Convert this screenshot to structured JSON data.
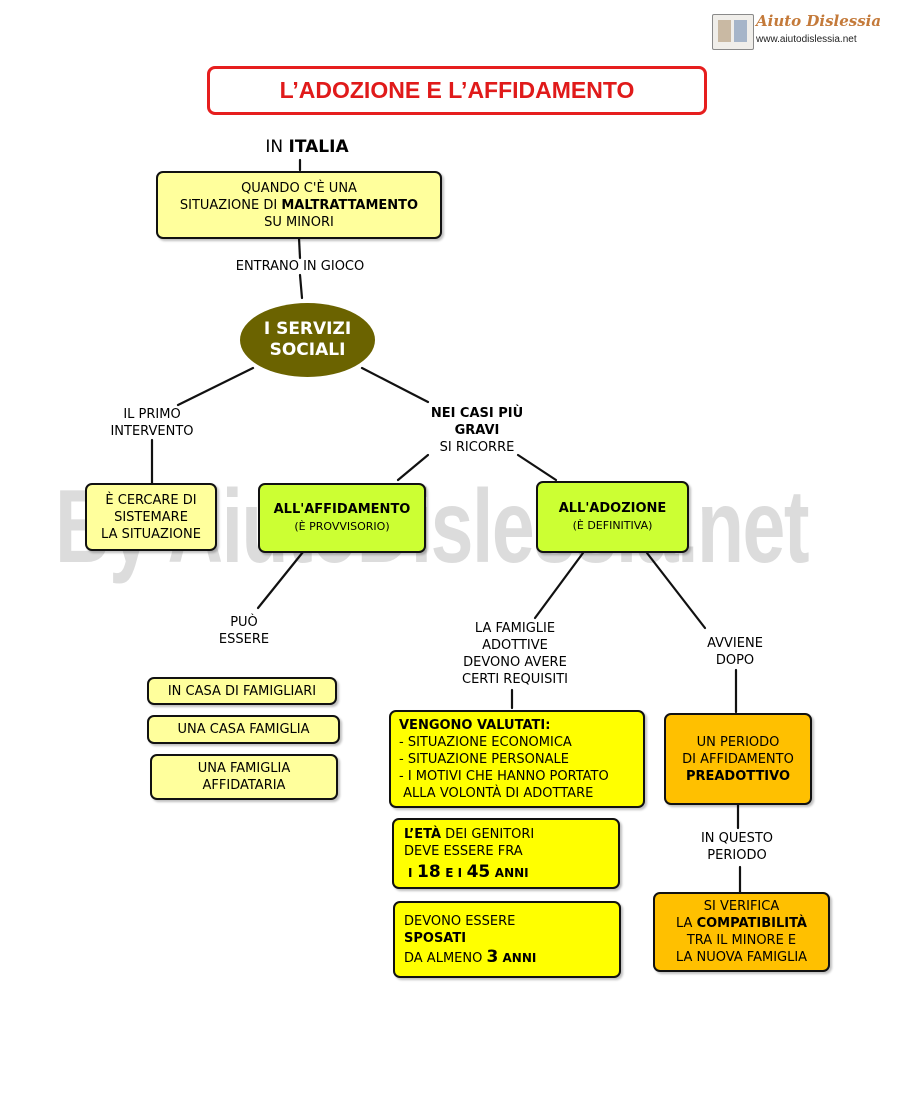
{
  "watermark": "By AiutoDislessia.net",
  "logo": {
    "name": "Aiuto Dislessia",
    "url": "www.aiutodislessia.net"
  },
  "title": "L’ADOZIONE E L’AFFIDAMENTO",
  "top_label": {
    "normal": "IN ",
    "bold": "ITALIA"
  },
  "box_maltrattamento": {
    "line1": "QUANDO C'È UNA",
    "line2_normal": "SITUAZIONE DI ",
    "line2_bold": "MALTRATTAMENTO",
    "line3": "SU MINORI"
  },
  "label_entrano": "ENTRANO IN GIOCO",
  "ellipse": {
    "line1": "I SERVIZI",
    "line2": "SOCIALI"
  },
  "label_primo": {
    "line1": "IL PRIMO",
    "line2": "INTERVENTO"
  },
  "label_gravi": {
    "bold1": "NEI CASI PIÙ",
    "bold2": "GRAVI",
    "normal": "SI RICORRE"
  },
  "box_sistemare": {
    "line1": "È CERCARE DI",
    "line2": "SISTEMARE",
    "line3": "LA SITUAZIONE"
  },
  "box_affidamento": {
    "title": "ALL'AFFIDAMENTO",
    "sub": "(È PROVVISORIO)"
  },
  "box_adozione": {
    "title": "ALL'ADOZIONE",
    "sub": "(È DEFINITIVA)"
  },
  "label_puo": {
    "line1": "PUÒ",
    "line2": "ESSERE"
  },
  "affido_options": [
    "IN CASA DI FAMIGLIARI",
    "UNA CASA FAMIGLIA",
    "UNA FAMIGLIA\nAFFIDATARIA"
  ],
  "label_requisiti": {
    "line1": "LA FAMIGLIE",
    "line2": "ADOTTIVE",
    "line3": "DEVONO AVERE",
    "line4": "CERTI REQUISITI"
  },
  "label_avviene": {
    "line1": "AVVIENE",
    "line2": "DOPO"
  },
  "box_valutati": {
    "title": "VENGONO VALUTATI:",
    "items": [
      "- SITUAZIONE ECONOMICA",
      "- SITUAZIONE PERSONALE",
      "- I MOTIVI CHE HANNO PORTATO",
      " ALLA VOLONTÀ DI ADOTTARE"
    ]
  },
  "box_eta": {
    "bold1": "L’ETÀ",
    "rest1": " DEI GENITORI",
    "line2": "DEVE ESSERE FRA",
    "n1": "18",
    "e": "E I",
    "n2": "45",
    "anni": "ANNI",
    "i": "I"
  },
  "box_sposati": {
    "line1": "DEVONO ESSERE",
    "bold": "SPOSATI",
    "line3a": "DA ALMENO ",
    "n": "3",
    "anni": " ANNI"
  },
  "box_preadottivo": {
    "line1": "UN PERIODO",
    "line2": "DI AFFIDAMENTO",
    "bold": "PREADOTTIVO"
  },
  "label_periodo": {
    "line1": "IN QUESTO",
    "line2": "PERIODO"
  },
  "box_compat": {
    "line1": "SI VERIFICA",
    "line2a": "LA ",
    "line2b": "COMPATIBILITÀ",
    "line3": "TRA IL MINORE E",
    "line4": "LA NUOVA FAMIGLIA"
  },
  "colors": {
    "title_border": "#e61e1e",
    "pale_yellow": "#ffff9c",
    "lime": "#ccff33",
    "yellow": "#ffff00",
    "orange": "#ffc000",
    "ellipse": "#6b6300"
  }
}
